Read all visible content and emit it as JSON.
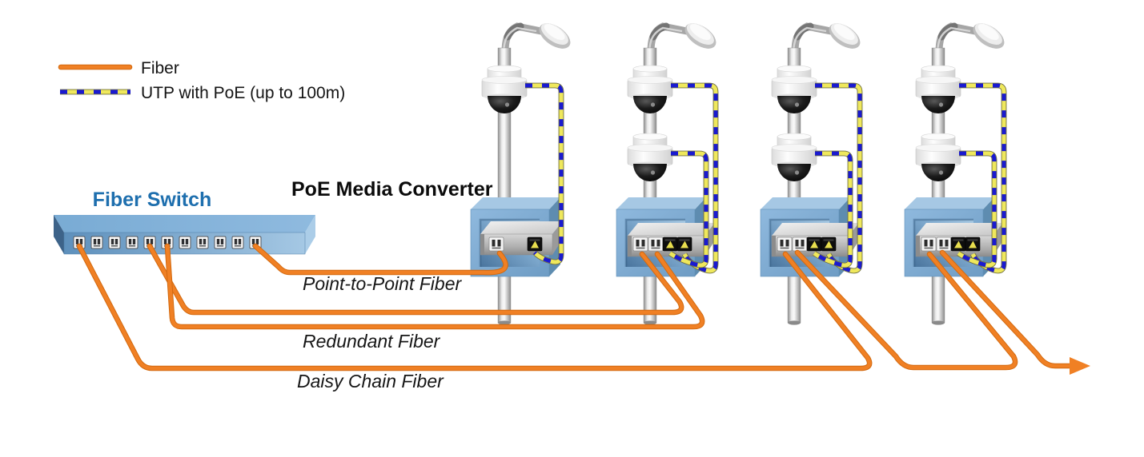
{
  "legend": {
    "items": [
      {
        "label": "Fiber",
        "type": "fiber-line",
        "color": "#F08024"
      },
      {
        "label": "UTP with PoE (up to 100m)",
        "type": "utp-line",
        "colors": [
          "#EFE85C",
          "#1A1AD0"
        ]
      }
    ]
  },
  "labels": {
    "fiber_switch": "Fiber Switch",
    "poe_media_converter": "PoE Media Converter",
    "point_to_point_fiber": "Point-to-Point Fiber",
    "redundant_fiber": "Redundant Fiber",
    "daisy_chain_fiber": "Daisy Chain Fiber"
  },
  "colors": {
    "fiber_orange": "#F08024",
    "utp_yellow": "#EFE85C",
    "utp_blue": "#1A1AD0",
    "switch_blue": "#6FA3CF",
    "cabinet_blue": "#7FAFD6",
    "label_blue": "#1E6FAE",
    "text_black": "#141414"
  },
  "topology": {
    "switch_port_count": 11,
    "poles": [
      {
        "id": 1,
        "cameras": 1,
        "fiber_ports": 1,
        "utp_ports": 1,
        "link": "Point-to-Point Fiber"
      },
      {
        "id": 2,
        "cameras": 2,
        "fiber_ports": 2,
        "utp_ports": 2,
        "link": "Redundant Fiber"
      },
      {
        "id": 3,
        "cameras": 2,
        "fiber_ports": 2,
        "utp_ports": 2,
        "link": "Daisy Chain Fiber"
      },
      {
        "id": 4,
        "cameras": 2,
        "fiber_ports": 2,
        "utp_ports": 2,
        "link": "Daisy Chain Fiber"
      }
    ]
  }
}
